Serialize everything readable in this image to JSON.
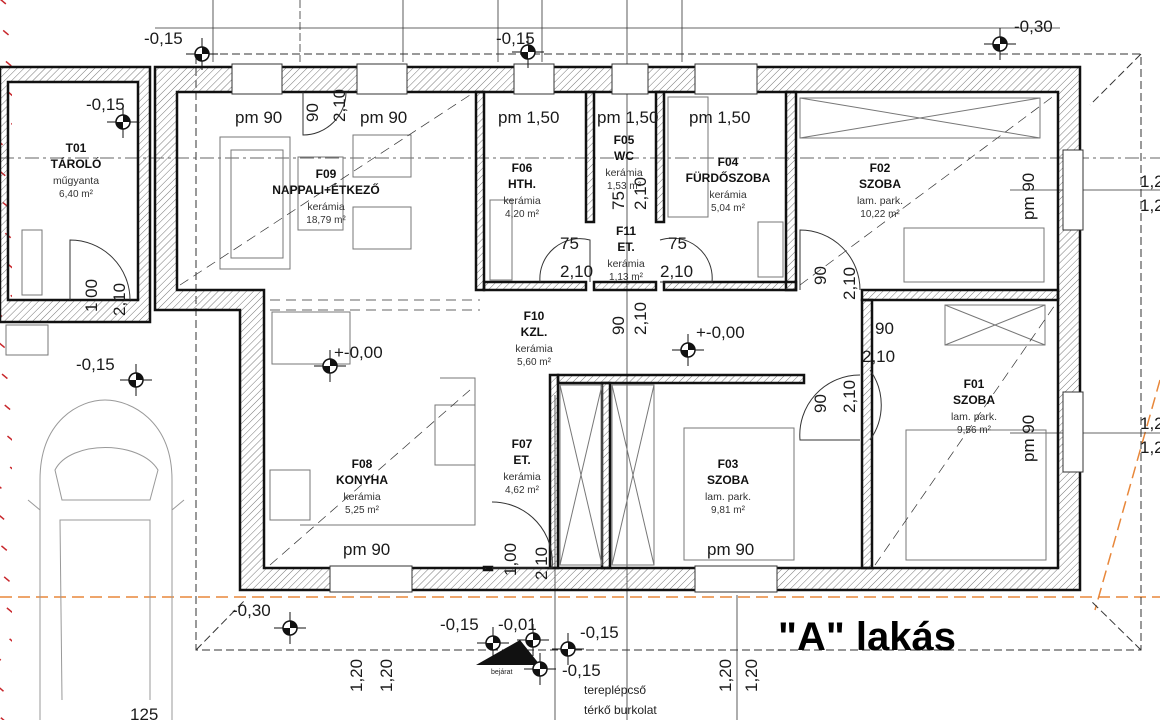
{
  "title": "\"A\" lakás",
  "rooms": [
    {
      "id": "t01",
      "code": "T01",
      "name": "TÁROLÓ",
      "material": "műgyanta",
      "area": "6,40 m²"
    },
    {
      "id": "f09",
      "code": "F09",
      "name": "NAPPALI+ÉTKEZŐ",
      "material": "kerámia",
      "area": "18,79 m²"
    },
    {
      "id": "f06",
      "code": "F06",
      "name": "HTH.",
      "material": "kerámia",
      "area": "4,20 m²"
    },
    {
      "id": "f05",
      "code": "F05",
      "name": "WC",
      "material": "kerámia",
      "area": "1,53 m²"
    },
    {
      "id": "f04",
      "code": "F04",
      "name": "FÜRDŐSZOBA",
      "material": "kerámia",
      "area": "5,04 m²"
    },
    {
      "id": "f02",
      "code": "F02",
      "name": "SZOBA",
      "material": "lam. park.",
      "area": "10,22 m²"
    },
    {
      "id": "f11",
      "code": "F11",
      "name": "ET.",
      "material": "kerámia",
      "area": "1,13 m²"
    },
    {
      "id": "f10",
      "code": "F10",
      "name": "KZL.",
      "material": "kerámia",
      "area": "5,60 m²"
    },
    {
      "id": "f01",
      "code": "F01",
      "name": "SZOBA",
      "material": "lam. park.",
      "area": "9,56 m²"
    },
    {
      "id": "f08",
      "code": "F08",
      "name": "KONYHA",
      "material": "kerámia",
      "area": "5,25 m²"
    },
    {
      "id": "f07",
      "code": "F07",
      "name": "ET.",
      "material": "kerámia",
      "area": "4,62 m²"
    },
    {
      "id": "f03",
      "code": "F03",
      "name": "SZOBA",
      "material": "lam. park.",
      "area": "9,81 m²"
    }
  ],
  "levels": {
    "l1": "-0,15",
    "l2": "-0,15",
    "l3": "-0,30",
    "l4": "-0,15",
    "l5": "+-0,00",
    "l6": "+-0,00",
    "l7": "-0,15",
    "l8": "-0,30",
    "l9": "-0,15",
    "l10": "-0,01",
    "l11": "-0,15",
    "l12": "-0,15"
  },
  "dims": {
    "pm90a": "pm 90",
    "pm90b": "pm 90",
    "pm150a": "pm 1,50",
    "pm150b": "pm 1,50",
    "pm150c": "pm 1,50",
    "pm90c": "pm 90",
    "pm90d": "pm 90",
    "pm90e": "pm 90",
    "pm90f": "pm 90",
    "d90a": "90",
    "d210a": "2,10",
    "d75a": "75",
    "d210b": "2,10",
    "d75b": "75",
    "d210c": "2,10",
    "d75c": "75",
    "d210d": "2,10",
    "d90b": "90",
    "d210e": "2,10",
    "d90c": "90",
    "d210f": "2,10",
    "d90d": "90",
    "d210g": "2,10",
    "d100a": "1,00",
    "d210h": "2,10",
    "d90e": "90",
    "d210i": "2,10",
    "d100b": "1,00",
    "d210j": "2,10",
    "r120a": "1,2",
    "r120b": "1,2",
    "r120c": "1,2",
    "r120d": "1,2",
    "b120a": "1,20",
    "b120b": "1,20",
    "b120c": "1,20",
    "b120d": "1,20",
    "c125": "125"
  },
  "notes": {
    "stair": "tereplépcső",
    "paving": "térkő burkolat",
    "entry": "bejárat"
  },
  "colors": {
    "wall": "#111111",
    "hatch": "#777777",
    "guide": "#e8873a",
    "line": "#222222"
  }
}
